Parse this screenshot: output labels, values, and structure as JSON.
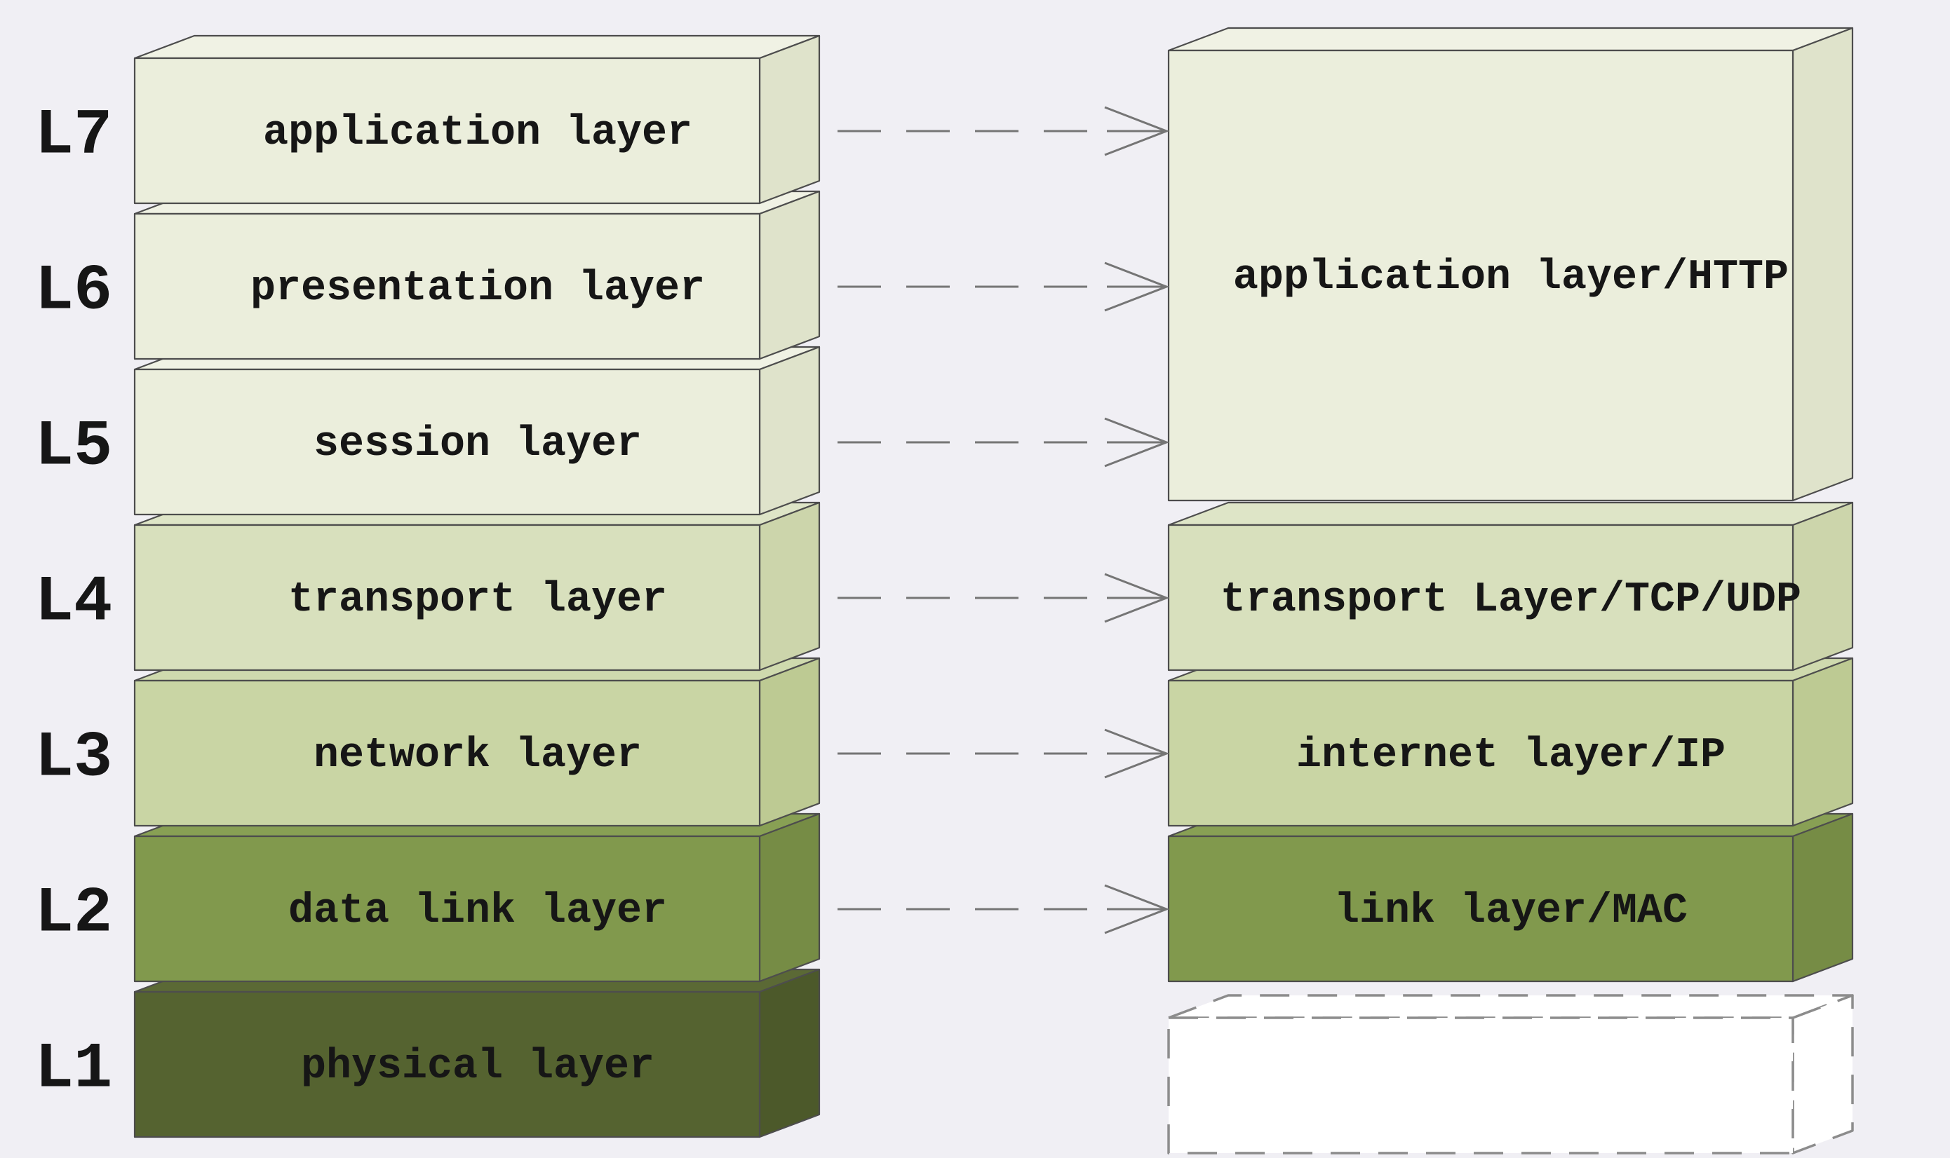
{
  "theme": {
    "background": "#f0eff4",
    "outline": "#4d4d4d",
    "arrow_color": "#757575",
    "dashed_border": "#8c8c8c",
    "text_color": "#161616"
  },
  "osi_stack": {
    "rows": [
      {
        "tag": "L7",
        "label": "application layer",
        "front": "#ebeedc",
        "top": "#f0f2e4",
        "side": "#dfe3cb"
      },
      {
        "tag": "L6",
        "label": "presentation layer",
        "front": "#ebeedc",
        "top": "#f0f2e4",
        "side": "#dfe3cb"
      },
      {
        "tag": "L5",
        "label": "session layer",
        "front": "#ebeedc",
        "top": "#f0f2e4",
        "side": "#dfe3cb"
      },
      {
        "tag": "L4",
        "label": "transport layer",
        "front": "#d8e0bd",
        "top": "#dee5c7",
        "side": "#ccd5ab"
      },
      {
        "tag": "L3",
        "label": "network layer",
        "front": "#c9d5a4",
        "top": "#cfdaae",
        "side": "#bdca93"
      },
      {
        "tag": "L2",
        "label": "data link layer",
        "front": "#81994d",
        "top": "#88a054",
        "side": "#768c45"
      },
      {
        "tag": "L1",
        "label": "physical layer",
        "front": "#556330",
        "top": "#5b6935",
        "side": "#4c592a"
      }
    ]
  },
  "tcpip_stack": {
    "boxes": [
      {
        "label": "application layer/HTTP",
        "front": "#ebeedc",
        "top": "#f0f2e4",
        "side": "#dfe3cb"
      },
      {
        "label": "transport Layer/TCP/UDP",
        "front": "#d8e0bd",
        "top": "#dee5c7",
        "side": "#ccd5ab"
      },
      {
        "label": "internet layer/IP",
        "front": "#c9d5a4",
        "top": "#cfdaae",
        "side": "#bdca93"
      },
      {
        "label": "link layer/MAC",
        "front": "#81994d",
        "top": "#88a054",
        "side": "#768c45"
      },
      {
        "label": "",
        "front": "#ffffff",
        "dashed": true
      }
    ]
  },
  "arrows": {
    "mappings": [
      {
        "from": "L7 application layer",
        "to": "application layer/HTTP"
      },
      {
        "from": "L6 presentation layer",
        "to": "application layer/HTTP"
      },
      {
        "from": "L5 session layer",
        "to": "application layer/HTTP"
      },
      {
        "from": "L4 transport layer",
        "to": "transport Layer/TCP/UDP"
      },
      {
        "from": "L3 network layer",
        "to": "internet layer/IP"
      },
      {
        "from": "L2 data link layer",
        "to": "link layer/MAC"
      }
    ]
  }
}
